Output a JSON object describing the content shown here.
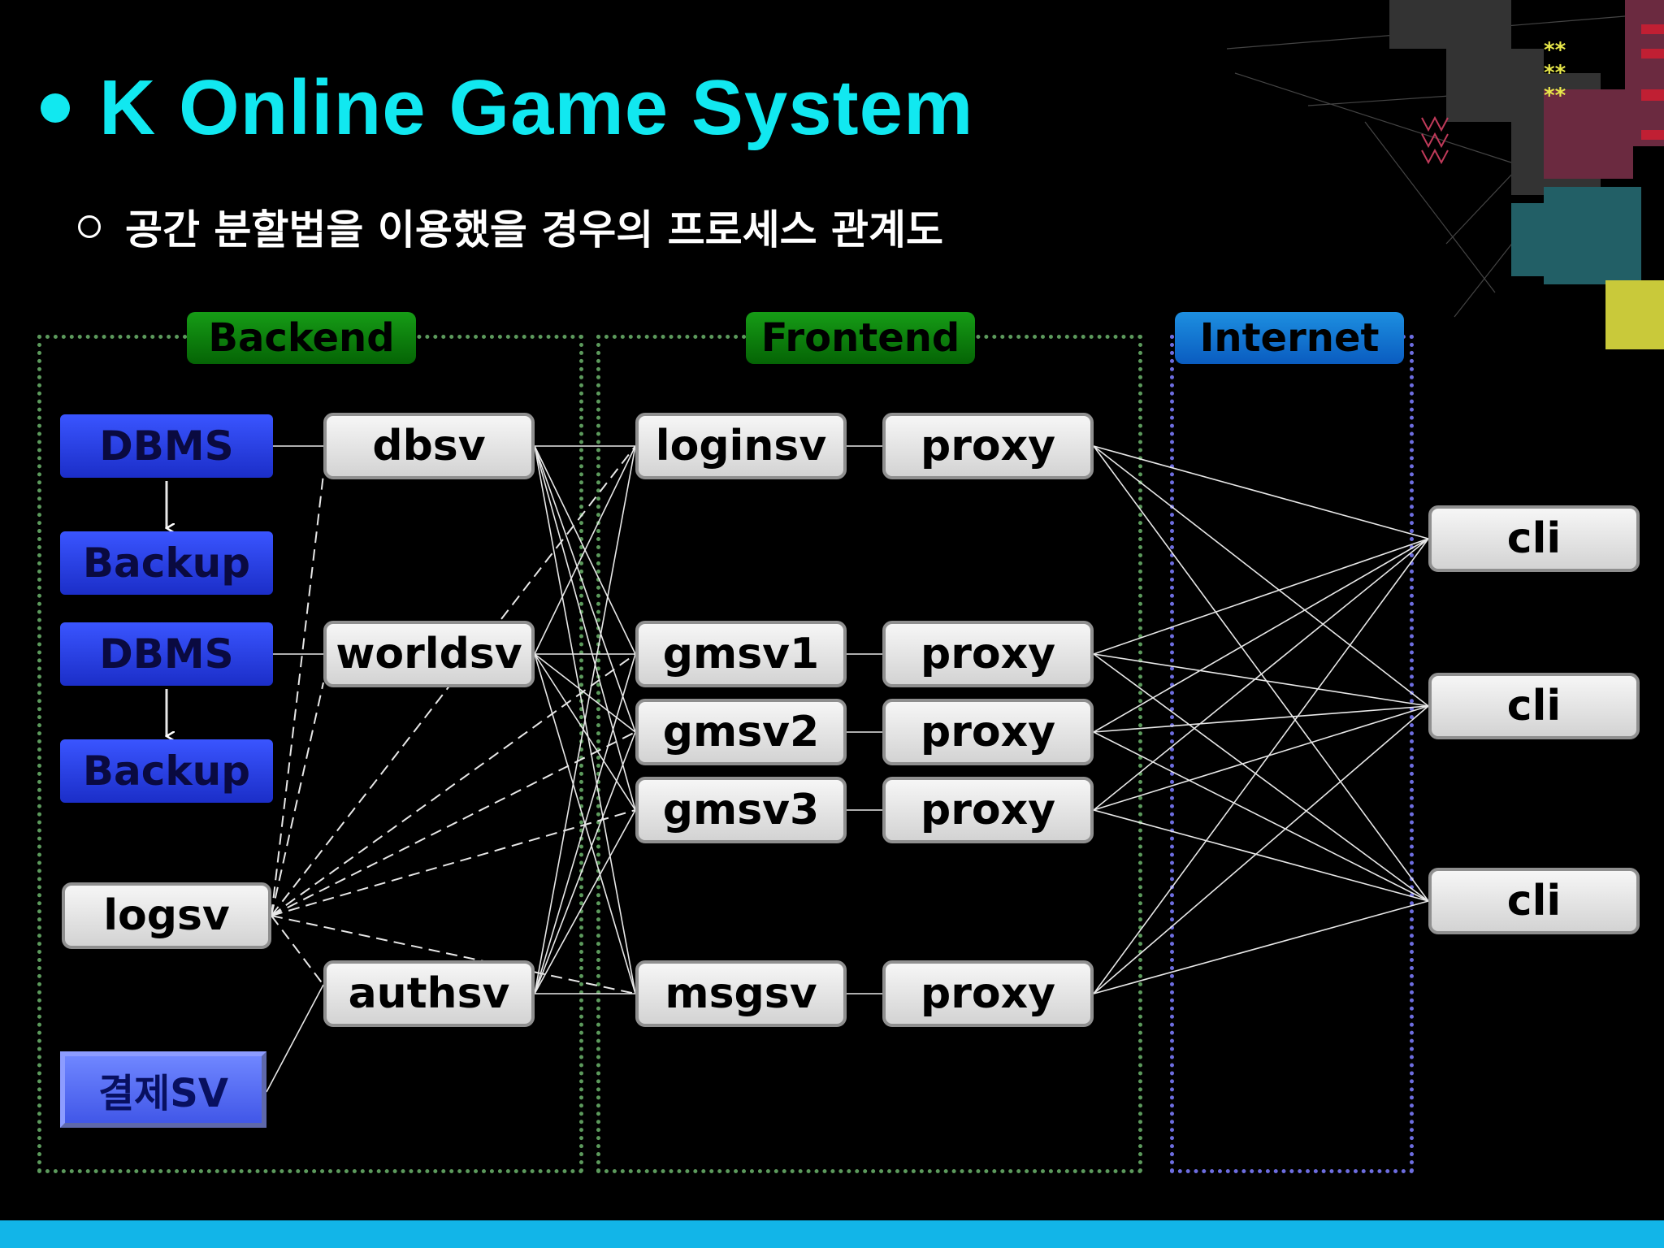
{
  "title": "K Online Game System",
  "subtitle": "공간 분할법을 이용했을 경우의 프로세스 관계도",
  "groups": {
    "backend": "Backend",
    "frontend": "Frontend",
    "internet": "Internet"
  },
  "nodes": {
    "dbms1": "DBMS",
    "backup1": "Backup",
    "dbms2": "DBMS",
    "backup2": "Backup",
    "logsv": "logsv",
    "pay": "결제SV",
    "dbsv": "dbsv",
    "worldsv": "worldsv",
    "authsv": "authsv",
    "loginsv": "loginsv",
    "gmsv1": "gmsv1",
    "gmsv2": "gmsv2",
    "gmsv3": "gmsv3",
    "msgsv": "msgsv",
    "proxy_login": "proxy",
    "proxy_gm1": "proxy",
    "proxy_gm2": "proxy",
    "proxy_gm3": "proxy",
    "proxy_msg": "proxy",
    "cli1": "cli",
    "cli2": "cli",
    "cli3": "cli"
  },
  "colors": {
    "title": "#11e8f0",
    "backend_frontend_tag": "#0a8a0a",
    "internet_tag": "#1478d4",
    "dbms": "#2a3ff0",
    "bottom_bar": "#12b5e8"
  },
  "links": {
    "solid": [
      [
        "dbms1",
        "dbsv"
      ],
      [
        "dbms2",
        "worldsv"
      ],
      [
        "loginsv",
        "proxy_login"
      ],
      [
        "gmsv1",
        "proxy_gm1"
      ],
      [
        "gmsv2",
        "proxy_gm2"
      ],
      [
        "gmsv3",
        "proxy_gm3"
      ],
      [
        "msgsv",
        "proxy_msg"
      ],
      [
        "dbsv",
        "loginsv"
      ],
      [
        "dbsv",
        "gmsv1"
      ],
      [
        "dbsv",
        "gmsv2"
      ],
      [
        "dbsv",
        "gmsv3"
      ],
      [
        "dbsv",
        "msgsv"
      ],
      [
        "worldsv",
        "loginsv"
      ],
      [
        "worldsv",
        "gmsv1"
      ],
      [
        "worldsv",
        "gmsv2"
      ],
      [
        "worldsv",
        "gmsv3"
      ],
      [
        "worldsv",
        "msgsv"
      ],
      [
        "authsv",
        "loginsv"
      ],
      [
        "authsv",
        "gmsv1"
      ],
      [
        "authsv",
        "gmsv2"
      ],
      [
        "authsv",
        "gmsv3"
      ],
      [
        "authsv",
        "msgsv"
      ],
      [
        "pay",
        "authsv"
      ],
      [
        "proxy_login",
        "cli1"
      ],
      [
        "proxy_login",
        "cli2"
      ],
      [
        "proxy_login",
        "cli3"
      ],
      [
        "proxy_gm1",
        "cli1"
      ],
      [
        "proxy_gm1",
        "cli2"
      ],
      [
        "proxy_gm1",
        "cli3"
      ],
      [
        "proxy_gm2",
        "cli1"
      ],
      [
        "proxy_gm2",
        "cli2"
      ],
      [
        "proxy_gm2",
        "cli3"
      ],
      [
        "proxy_gm3",
        "cli1"
      ],
      [
        "proxy_gm3",
        "cli2"
      ],
      [
        "proxy_gm3",
        "cli3"
      ],
      [
        "proxy_msg",
        "cli1"
      ],
      [
        "proxy_msg",
        "cli2"
      ],
      [
        "proxy_msg",
        "cli3"
      ]
    ],
    "dashed": [
      [
        "logsv",
        "dbsv"
      ],
      [
        "logsv",
        "worldsv"
      ],
      [
        "logsv",
        "authsv"
      ],
      [
        "logsv",
        "loginsv"
      ],
      [
        "logsv",
        "gmsv1"
      ],
      [
        "logsv",
        "gmsv2"
      ],
      [
        "logsv",
        "gmsv3"
      ],
      [
        "logsv",
        "msgsv"
      ]
    ],
    "arrows": [
      [
        "dbms1",
        "backup1"
      ],
      [
        "dbms2",
        "backup2"
      ]
    ]
  }
}
